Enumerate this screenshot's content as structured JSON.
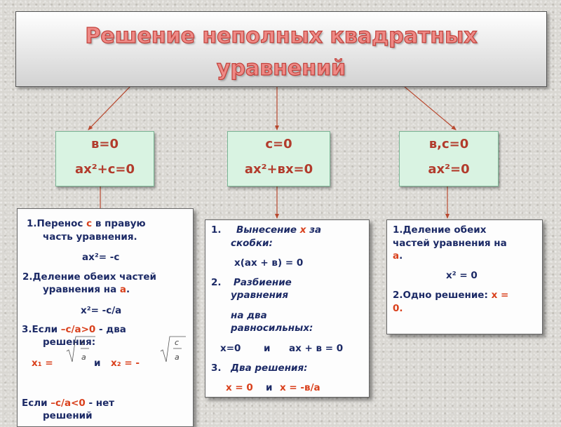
{
  "title": {
    "line1": "Решение неполных квадратных",
    "line2": "уравнений"
  },
  "cases": [
    {
      "condition": "в=0",
      "equation": "ах²+с=0"
    },
    {
      "condition": "с=0",
      "equation": "ах²+вх=0"
    },
    {
      "condition": "в,с=0",
      "equation": "ах²=0"
    }
  ],
  "left": {
    "s1_num": "1.",
    "s1_a": "Перенос ",
    "s1_var": "с",
    "s1_b": " в правую",
    "s1_line2": "часть уравнения.",
    "eq1": "ах²= -с",
    "s2_line1": "2.Деление обеих частей",
    "s2_line2a": "уравнения на ",
    "s2_var": "а",
    "s2_dot": ".",
    "eq2": "х²= -с/а",
    "s3_a": "3.Если ",
    "s3_cond": "–с/а>0",
    "s3_b": " - два",
    "s3_line2": "решения:",
    "x1_label": "х₁ =",
    "and": "и",
    "x2_label": "х₂ = -",
    "frac_num": "с",
    "frac_den": "а",
    "s4_a": "Если ",
    "s4_cond": "–с/а<0",
    "s4_b": " - нет",
    "s4_line2": "решений"
  },
  "middle": {
    "s1_num": "1.",
    "s1_a": "Вынесение ",
    "s1_var": "х",
    "s1_b": " за",
    "s1_line2": "скобки:",
    "eq1": "х(ах + в) = 0",
    "s2_num": "2.",
    "s2_line1": "Разбиение",
    "s2_line2": "уравнения",
    "s2_line3": "на два",
    "s2_line4": "равносильных:",
    "eq2a": "х=0",
    "eq2and": "и",
    "eq2b": "ах + в = 0",
    "s3_num": "3.",
    "s3_text": "Два решения:",
    "sol_a": "х = 0",
    "sol_and": "и",
    "sol_b": "х = -в/а"
  },
  "right": {
    "s1_line1": "1.Деление обеих",
    "s1_line2": "частей уравнения на",
    "s1_var": "а",
    "s1_dot": ".",
    "eq1": "х² = 0",
    "s2_a": "2.Одно решение: ",
    "s2_eq": "х =",
    "s2_line2": "0."
  },
  "colors": {
    "title_fill": "#ee8a86",
    "title_stroke": "#c2413b",
    "case_bg": "#d9f3e2",
    "case_text": "#b23b2c",
    "body_text": "#1c2a66",
    "highlight": "#d9401c",
    "arrow": "#b8482e"
  }
}
